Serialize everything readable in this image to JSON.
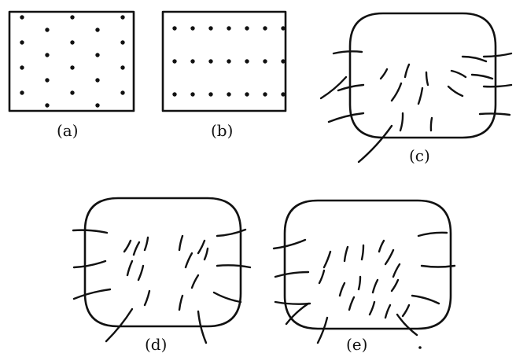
{
  "figure": {
    "ink_color": "#111111",
    "background_color": "#ffffff",
    "panels": [
      {
        "id": "a",
        "label": "(a)",
        "shape": "rectangle",
        "content": "dot-lattice-staggered"
      },
      {
        "id": "b",
        "label": "(b)",
        "shape": "rectangle",
        "content": "dot-lattice-rows"
      },
      {
        "id": "c",
        "label": "(c)",
        "shape": "rounded-cell",
        "content": "short-arc-strokes"
      },
      {
        "id": "d",
        "label": "(d)",
        "shape": "rounded-cell",
        "content": "short-arc-strokes"
      },
      {
        "id": "e",
        "label": "(e)",
        "shape": "rounded-cell",
        "content": "short-arc-strokes"
      }
    ]
  }
}
